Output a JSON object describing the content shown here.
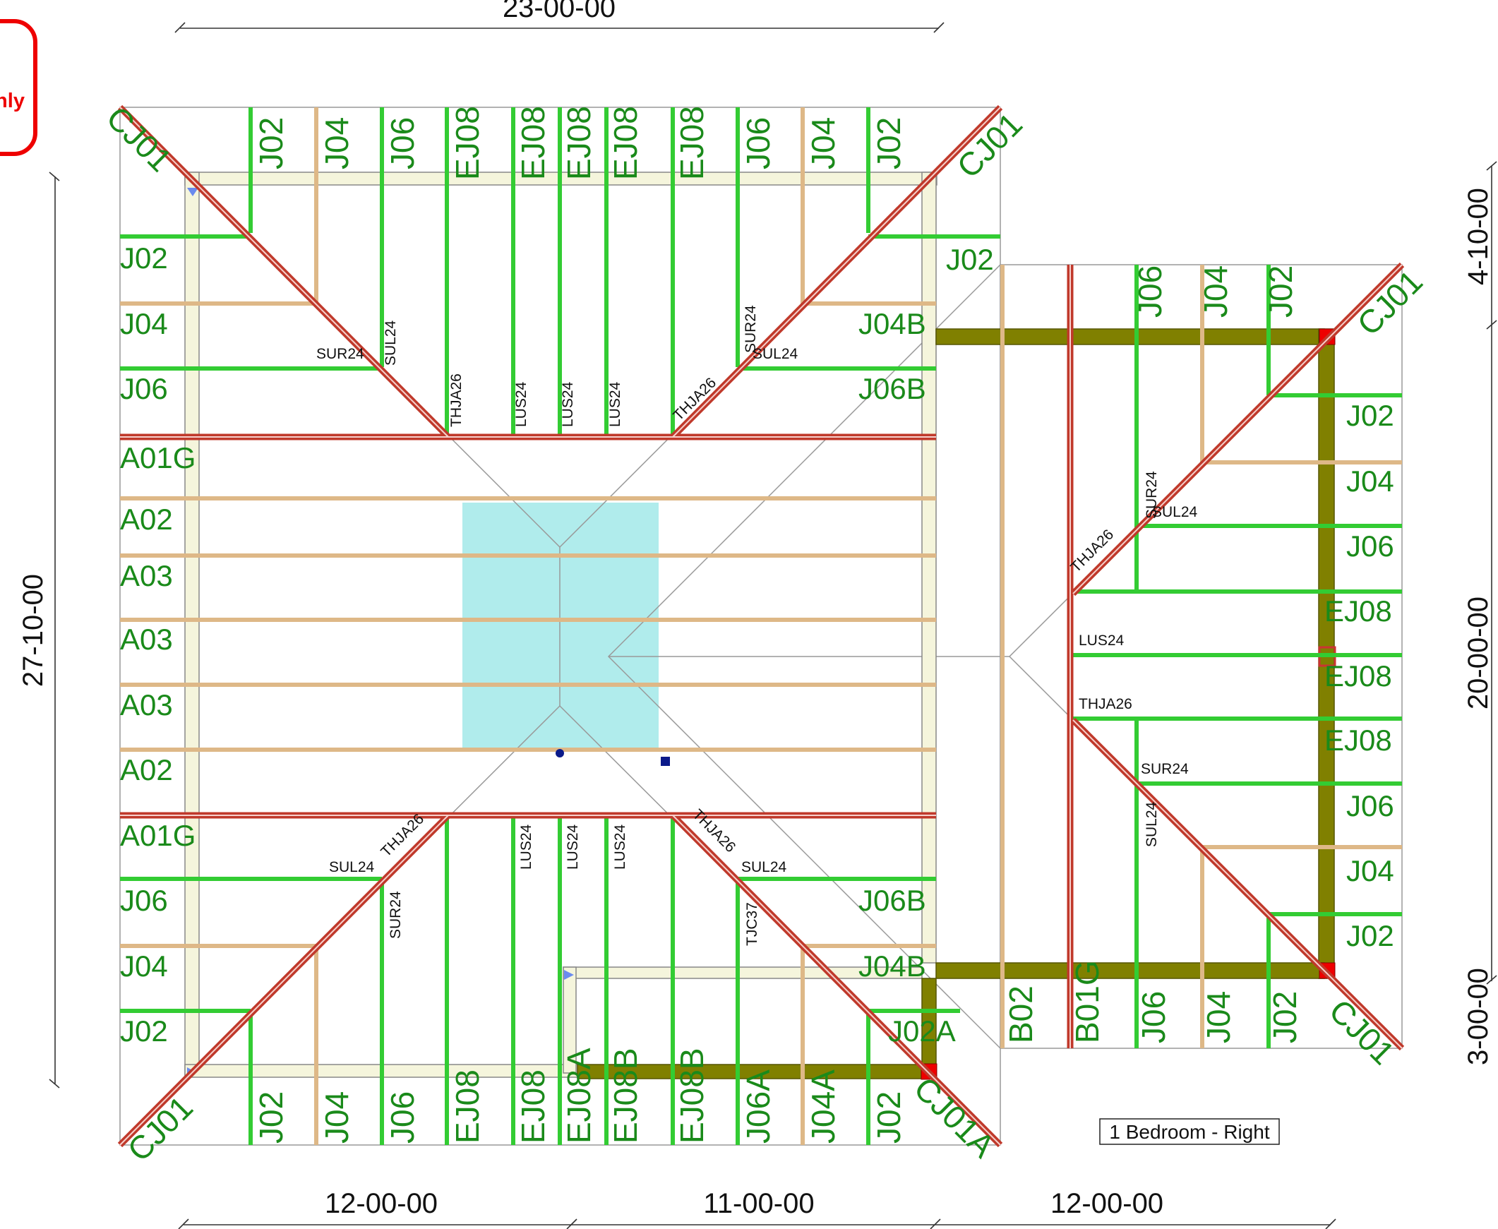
{
  "badge": {
    "text": "nly",
    "color": "#ee0000"
  },
  "dimensions": {
    "top": "23-00-00",
    "left": "27-10-00",
    "bottom": [
      "12-00-00",
      "11-00-00",
      "12-00-00"
    ],
    "right": [
      "4-10-00",
      "20-00-00",
      "3-00-00"
    ]
  },
  "plan_title": "1 Bedroom - Right",
  "colors": {
    "joist_green": "#33cc33",
    "joist_tan": "#deb887",
    "girder_red": "#c0392b",
    "beam_olive": "#808000",
    "plate": "#f5f5dc",
    "opening": "#b0ecec",
    "label_green": "#1a8a1a",
    "post": "#ee0000"
  },
  "labels": {
    "top": [
      "CJ01",
      "J02",
      "J04",
      "J06",
      "EJ08",
      "EJ08",
      "EJ08",
      "EJ08",
      "EJ08",
      "J06",
      "J04",
      "J02",
      "CJ01"
    ],
    "left": [
      "J02",
      "J04",
      "J06",
      "A01G",
      "A02",
      "A03",
      "A03",
      "A03",
      "A02",
      "A01G",
      "J06",
      "J04",
      "J02"
    ],
    "right_main": [
      "J02",
      "J04B",
      "J06B",
      "J06B",
      "J04B",
      "J02A"
    ],
    "bottom": [
      "CJ01",
      "J02",
      "J04",
      "J06",
      "EJ08",
      "EJ08",
      "EJ08A",
      "EJ08B",
      "EJ08B",
      "J06A",
      "J04A",
      "J02",
      "CJ01A"
    ],
    "wing_top": [
      "J06",
      "J04",
      "J02",
      "CJ01"
    ],
    "wing_right": [
      "J02",
      "J04",
      "J06",
      "EJ08",
      "EJ08",
      "EJ08",
      "J06",
      "J04",
      "J02"
    ],
    "wing_bottom": [
      "B02",
      "B01G",
      "J06",
      "J04",
      "J02",
      "CJ01"
    ]
  },
  "hardware": {
    "tl_sur": "SUR24",
    "tl_sul": "SUL24",
    "tl_thja": "THJA26",
    "top_lus": [
      "LUS24",
      "LUS24",
      "LUS24"
    ],
    "tr_thja": "THJA26",
    "tr_sur": "SUR24",
    "tr_sul": "SUL24",
    "bl_thja": "THJA26",
    "bl_sul": "SUL24",
    "bl_sur": "SUR24",
    "bot_lus": [
      "LUS24",
      "LUS24",
      "LUS24"
    ],
    "br_thja": "THJA26",
    "br_sul": "SUL24",
    "br_tjc": "TJC37",
    "w_sur_a": "SUR24",
    "w_sul_a": "SUL24",
    "w_thja_a": "THJA26",
    "w_lus": "LUS24",
    "w_thja_b": "THJA26",
    "w_sur_b": "SUR24",
    "w_sul_b": "SUL24"
  }
}
